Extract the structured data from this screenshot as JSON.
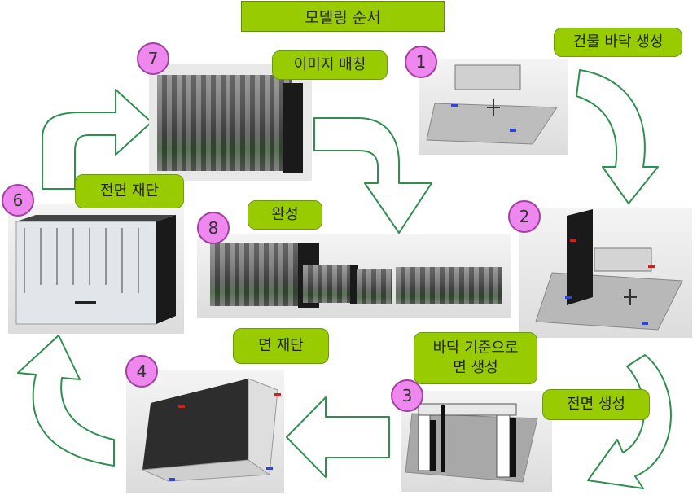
{
  "title": "모델링 순서",
  "steps": [
    {
      "num": "1",
      "label": "건물 바닥 생성"
    },
    {
      "num": "2",
      "label": ""
    },
    {
      "num": "3",
      "label_line1": "바닥 기준으로",
      "label_line2": "면 생성",
      "label_b": "전면 생성"
    },
    {
      "num": "4",
      "label": "면 재단"
    },
    {
      "num": "6",
      "label": "전면 재단"
    },
    {
      "num": "7",
      "label": "이미지 매칭"
    },
    {
      "num": "8",
      "label": "완성"
    }
  ],
  "colors": {
    "callout_fill": "#99cc00",
    "step_circle": "#ee88ee",
    "arrow_fill": "#ffffff",
    "arrow_stroke": "#2f8f4f"
  },
  "icons": [
    "curved-arrow-icon"
  ]
}
